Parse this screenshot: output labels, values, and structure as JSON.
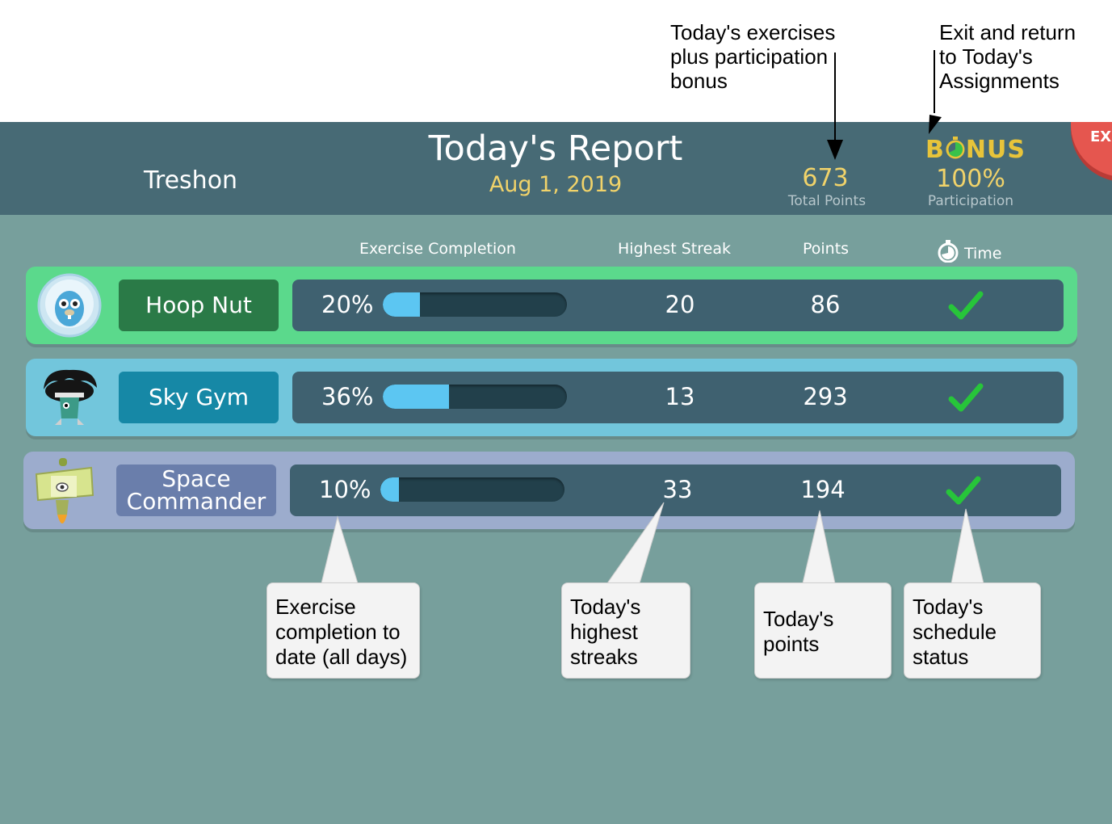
{
  "annotations_top": {
    "exercises_note": "Today's exercises\nplus participation\nbonus",
    "exit_note": "Exit and return\nto Today's\nAssignments"
  },
  "header": {
    "student_name": "Treshon",
    "title": "Today's Report",
    "date": "Aug 1, 2019",
    "total_points_value": "673",
    "total_points_label": "Total Points",
    "bonus_word": "BONUS",
    "participation_value": "100%",
    "participation_label": "Participation",
    "exit_label": "EXIT"
  },
  "columns": {
    "completion": "Exercise Completion",
    "streak": "Highest Streak",
    "points": "Points",
    "time": "Time"
  },
  "rows": [
    {
      "name": "Hoop Nut",
      "completion_label": "20%",
      "completion_fraction": 0.2,
      "streak": "20",
      "points": "86",
      "time_status": "check",
      "colors": {
        "bg": "#5bd98c",
        "tag": "#2a7a47"
      }
    },
    {
      "name": "Sky Gym",
      "completion_label": "36%",
      "completion_fraction": 0.36,
      "streak": "13",
      "points": "293",
      "time_status": "check",
      "colors": {
        "bg": "#72c6dc",
        "tag": "#1688a6"
      }
    },
    {
      "name": "Space\nCommander",
      "completion_label": "10%",
      "completion_fraction": 0.1,
      "streak": "33",
      "points": "194",
      "time_status": "check",
      "colors": {
        "bg": "#9caccd",
        "tag": "#6a7eab"
      }
    }
  ],
  "callouts": {
    "completion": "Exercise\ncompletion to\ndate (all days)",
    "streaks": "Today's\nhighest\nstreaks",
    "points": "Today's\npoints",
    "schedule": "Today's\nschedule\nstatus"
  },
  "colors": {
    "header_bg": "#476a75",
    "body_bg": "#779f9c",
    "accent_yellow": "#f1d36a",
    "check_green": "#27c53a",
    "bar_fill": "#5cc6f2"
  }
}
